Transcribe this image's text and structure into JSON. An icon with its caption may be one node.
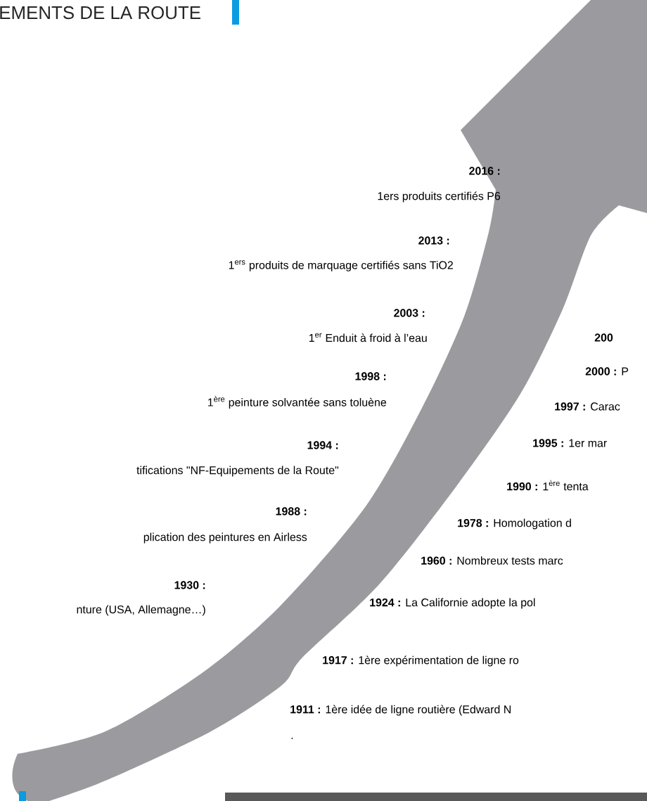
{
  "diagram": {
    "title": "EMENTS DE LA ROUTE",
    "labels": [
      "2016 :",
      "1ers produits certifiés P6",
      "2013 :",
      "1$^{ers}$ produits de marquage certifiés sans TiO2",
      "2003 :",
      "1$^{er}$ Enduit à froid à l’eau",
      "1998 :",
      "1$^{ère}$ peinture solvantée sans toluène",
      "1994 :",
      "tifications \"NF-Equipements de la Route\"",
      "1988 :",
      "plication des peintures en Airless",
      "1930 :",
      "nture (USA, Allemagne…)",
      "**200**",
      "**2000 :** P",
      "**1997 :** Carac",
      "**1995 :** 1er mar",
      "**1990 :** 1$^{ère}$  tenta",
      "**1978 :** Homologation d",
      "**1960 :** Nombreux tests marc",
      "**1924 :**  La Californie adopte la pol",
      "**1917 :** 1ère expérimentation de ligne ro",
      "**1911 :** 1ère idée de ligne routière (Edward N",
      "."
    ]
  }
}
